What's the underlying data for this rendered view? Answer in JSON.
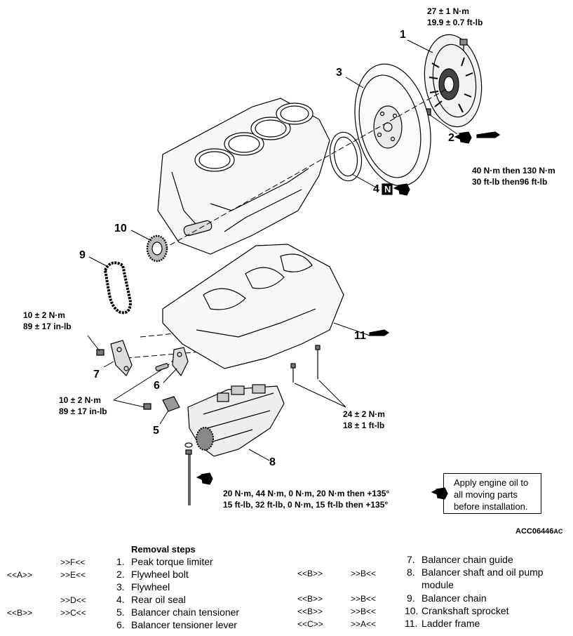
{
  "torque": {
    "t1_nm": "27 ± 1 N·m",
    "t1_ftlb": "19.9 ± 0.7 ft-lb",
    "t2_nm": "40 N·m then 130 N·m",
    "t2_ftlb": "30 ft-lb then96 ft-lb",
    "t7_nm": "10 ± 2 N·m",
    "t7_inlb": "89 ± 17 in-lb",
    "t5_nm": "10 ± 2 N·m",
    "t5_inlb": "89 ± 17 in-lb",
    "t11_nm": "24 ± 2 N·m",
    "t11_ftlb": "18 ± 1 ft-lb",
    "t8_nm": "20 N·m, 44 N·m, 0 N·m, 20 N·m then +135°",
    "t8_ftlb": "15 ft-lb, 32 ft-lb, 0 N·m, 15 ft-lb then +135°"
  },
  "callouts": [
    "1",
    "2",
    "3",
    "4",
    "5",
    "6",
    "7",
    "8",
    "9",
    "10",
    "11"
  ],
  "new_part_mark": "N",
  "note": {
    "line1": "Apply engine oil to",
    "line2": "all moving parts",
    "line3": "before installation."
  },
  "figure_code": "ACC06446",
  "figure_suffix": "AC",
  "removal": {
    "title": "Removal steps",
    "left": [
      {
        "rem": "",
        "inst": ">>F<<",
        "num": "1.",
        "text": "Peak torque limiter"
      },
      {
        "rem": "<<A>>",
        "inst": ">>E<<",
        "num": "2.",
        "text": "Flywheel bolt"
      },
      {
        "rem": "",
        "inst": "",
        "num": "3.",
        "text": "Flywheel"
      },
      {
        "rem": "",
        "inst": ">>D<<",
        "num": "4.",
        "text": "Rear oil seal"
      },
      {
        "rem": "<<B>>",
        "inst": ">>C<<",
        "num": "5.",
        "text": "Balancer chain tensioner"
      },
      {
        "rem": "",
        "inst": "",
        "num": "6.",
        "text": "Balancer tensioner lever"
      }
    ],
    "right": [
      {
        "rem": "",
        "inst": "",
        "num": "7.",
        "text": "Balancer chain guide"
      },
      {
        "rem": "<<B>>",
        "inst": ">>B<<",
        "num": "8.",
        "text": "Balancer shaft and oil pump",
        "text2": "module"
      },
      {
        "rem": "<<B>>",
        "inst": ">>B<<",
        "num": "9.",
        "text": "Balancer chain"
      },
      {
        "rem": "<<B>>",
        "inst": ">>B<<",
        "num": "10.",
        "text": "Crankshaft sprocket"
      },
      {
        "rem": "<<C>>",
        "inst": ">>A<<",
        "num": "11.",
        "text": "Ladder frame"
      }
    ]
  }
}
